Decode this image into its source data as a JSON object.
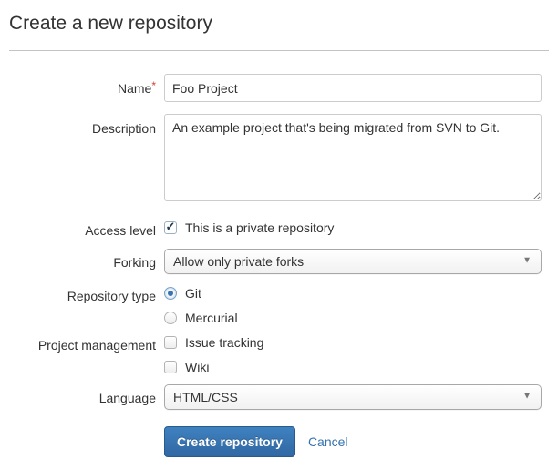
{
  "page": {
    "title": "Create a new repository"
  },
  "form": {
    "name": {
      "label": "Name",
      "required_marker": "*",
      "value": "Foo Project"
    },
    "description": {
      "label": "Description",
      "value": "An example project that's being migrated from SVN to Git."
    },
    "access_level": {
      "label": "Access level",
      "checkbox_label": "This is a private repository",
      "checked": true
    },
    "forking": {
      "label": "Forking",
      "selected": "Allow only private forks"
    },
    "repository_type": {
      "label": "Repository type",
      "options": [
        {
          "label": "Git",
          "selected": true
        },
        {
          "label": "Mercurial",
          "selected": false
        }
      ]
    },
    "project_management": {
      "label": "Project management",
      "options": [
        {
          "label": "Issue tracking",
          "checked": false
        },
        {
          "label": "Wiki",
          "checked": false
        }
      ]
    },
    "language": {
      "label": "Language",
      "selected": "HTML/CSS"
    }
  },
  "actions": {
    "submit_label": "Create repository",
    "cancel_label": "Cancel"
  },
  "icons": {
    "dropdown_arrow": "▼",
    "checkmark": "✓"
  },
  "colors": {
    "primary_button_top": "#3f81c0",
    "primary_button_bottom": "#3068a3",
    "link_blue": "#3572b0",
    "required_red": "#d04437",
    "radio_dot_blue": "#3b73af",
    "text": "#333333",
    "border_gray": "#cccccc"
  }
}
